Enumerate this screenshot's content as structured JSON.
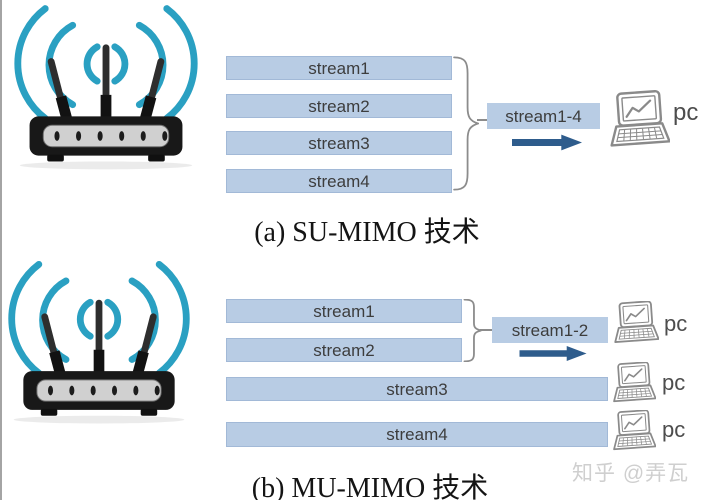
{
  "colors": {
    "bar_fill": "#b8cce4",
    "bar_text": "#3d3d3d",
    "arrow": "#2e5c8c",
    "wifi_arc": "#2aa0c2",
    "brace": "#8c8c8c",
    "laptop_outline": "#8a8a8a",
    "caption_text": "#141414",
    "watermark_text": "#cfcfcf"
  },
  "su_section": {
    "streams": [
      "stream1",
      "stream2",
      "stream3",
      "stream4"
    ],
    "aggregate_label": "stream1-4",
    "pc_label": "pc",
    "caption": "(a) SU-MIMO 技术"
  },
  "mu_section": {
    "streams": [
      "stream1",
      "stream2",
      "stream3",
      "stream4"
    ],
    "aggregate_label": "stream1-2",
    "pc_labels": [
      "pc",
      "pc",
      "pc"
    ],
    "caption": "(b) MU-MIMO 技术"
  },
  "watermark": "知乎 @弄瓦"
}
